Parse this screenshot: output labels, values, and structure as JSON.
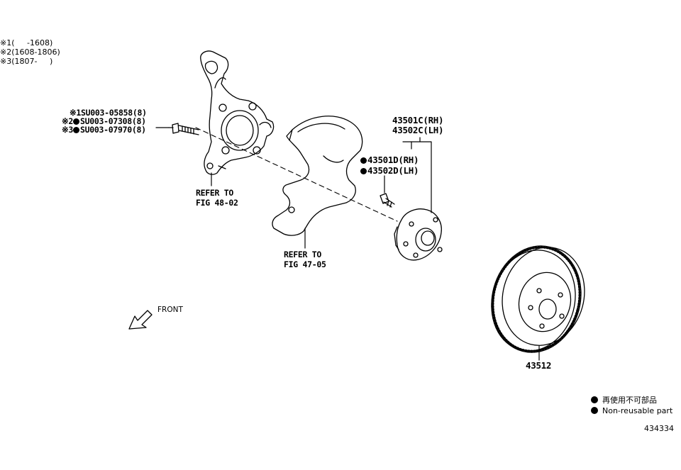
{
  "serial_notes": [
    {
      "mark": "※1",
      "range": "(     -1608)"
    },
    {
      "mark": "※2",
      "range": "(1608-1806)"
    },
    {
      "mark": "※3",
      "range": "(1807-     )"
    }
  ],
  "bolts": [
    {
      "mark": "※1",
      "non_reusable": false,
      "part": "SU003-05858(8)"
    },
    {
      "mark": "※2",
      "non_reusable": true,
      "part": "SU003-07308(8)"
    },
    {
      "mark": "※3",
      "non_reusable": true,
      "part": "SU003-07970(8)"
    }
  ],
  "knuckle_ref": {
    "line1": "REFER TO",
    "line2": "FIG 48-02"
  },
  "dust_cover_ref": {
    "line1": "REFER TO",
    "line2": "FIG 47-05"
  },
  "hub": {
    "rh": "43501C(RH)",
    "lh": "43502C(LH)"
  },
  "hub_bolt": {
    "rh": "43501D(RH)",
    "lh": "43502D(LH)"
  },
  "disc": {
    "part": "43512"
  },
  "front_label": "FRONT",
  "legend": {
    "jp": "再使用不可部品",
    "en": "Non-reusable part"
  },
  "figure_id": "434334"
}
